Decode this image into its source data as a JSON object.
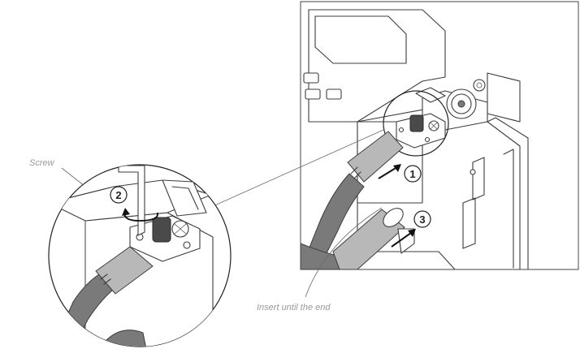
{
  "labels": {
    "screw": "Screw",
    "insert_until_end": "Insert until the end"
  },
  "steps": {
    "step1": "1",
    "step2": "2",
    "step3": "3"
  },
  "colors": {
    "line": "#3c3c3c",
    "label": "#9a9a9a",
    "cable": "#7a7a7a",
    "background": "#ffffff"
  }
}
